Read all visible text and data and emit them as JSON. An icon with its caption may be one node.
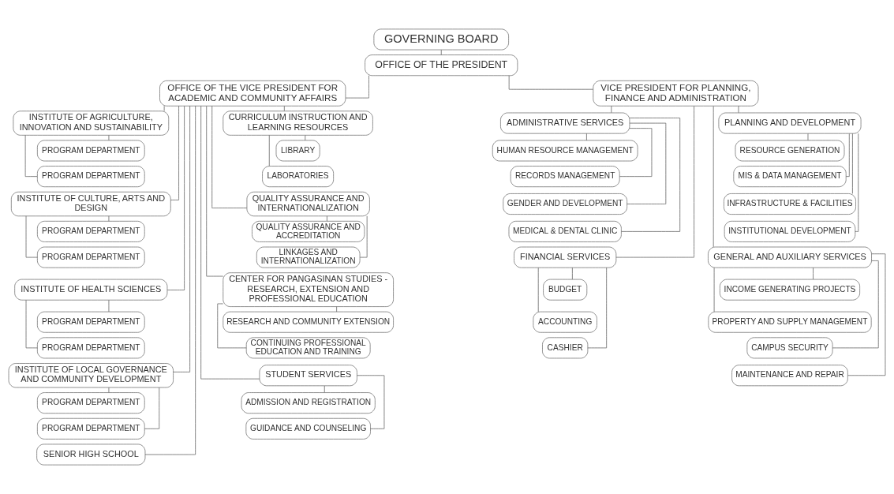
{
  "diagram": {
    "nodes": [
      {
        "text": [
          "GOVERNING BOARD"
        ]
      },
      {
        "text": [
          "OFFICE OF THE PRESIDENT"
        ]
      },
      {
        "text": [
          "OFFICE OF THE VICE PRESIDENT FOR ACADEMIC AND COMMUNITY AFFAIRS"
        ]
      },
      {
        "text": [
          "VICE PRESIDENT FOR PLANNING, FINANCE AND ADMINISTRATION"
        ]
      },
      {
        "text": [
          "INSTITUTE OF AGRICULTURE, INNOVATION AND SUSTAINABILITY"
        ]
      },
      {
        "text": [
          "PROGRAM DEPARTMENT"
        ]
      },
      {
        "text": [
          "PROGRAM DEPARTMENT"
        ]
      },
      {
        "text": [
          "INSTITUTE OF CULTURE, ARTS AND DESIGN"
        ]
      },
      {
        "text": [
          "PROGRAM DEPARTMENT"
        ]
      },
      {
        "text": [
          "PROGRAM DEPARTMENT"
        ]
      },
      {
        "text": [
          "INSTITUTE OF HEALTH SCIENCES"
        ]
      },
      {
        "text": [
          "PROGRAM DEPARTMENT"
        ]
      },
      {
        "text": [
          "PROGRAM DEPARTMENT"
        ]
      },
      {
        "text": [
          "INSTITUTE OF LOCAL GOVERNANCE AND COMMUNITY DEVELOPMENT"
        ]
      },
      {
        "text": [
          "PROGRAM DEPARTMENT"
        ]
      },
      {
        "text": [
          "PROGRAM DEPARTMENT"
        ]
      },
      {
        "text": [
          "SENIOR HIGH SCHOOL"
        ]
      },
      {
        "text": [
          "CURRICULUM INSTRUCTION AND LEARNING RESOURCES"
        ]
      },
      {
        "text": [
          "LIBRARY"
        ]
      },
      {
        "text": [
          "LABORATORIES"
        ]
      },
      {
        "text": [
          "QUALITY ASSURANCE AND INTERNATIONALIZATION"
        ]
      },
      {
        "text": [
          "QUALITY ASSURANCE AND ACCREDITATION"
        ]
      },
      {
        "text": [
          "LINKAGES AND INTERNATIONALIZATION"
        ]
      },
      {
        "text": [
          "CENTER FOR PANGASINAN STUDIES - RESEARCH, EXTENSION AND PROFESSIONAL EDUCATION"
        ]
      },
      {
        "text": [
          "RESEARCH AND COMMUNITY EXTENSION"
        ]
      },
      {
        "text": [
          "CONTINUING PROFESSIONAL EDUCATION AND TRAINING"
        ]
      },
      {
        "text": [
          "STUDENT SERVICES"
        ]
      },
      {
        "text": [
          "ADMISSION AND REGISTRATION"
        ]
      },
      {
        "text": [
          "GUIDANCE AND COUNSELING"
        ]
      },
      {
        "text": [
          "PLANNING AND DEVELOPMENT"
        ]
      },
      {
        "text": [
          "RESOURCE GENERATION"
        ]
      },
      {
        "text": [
          "MIS & DATA MANAGEMENT"
        ]
      },
      {
        "text": [
          "INFRASTRUCTURE & FACILITIES"
        ]
      },
      {
        "text": [
          "INSTITUTIONAL DEVELOPMENT"
        ]
      },
      {
        "text": [
          "ADMINISTRATIVE SERVICES"
        ]
      },
      {
        "text": [
          "HUMAN RESOURCE MANAGEMENT"
        ]
      },
      {
        "text": [
          "RECORDS MANAGEMENT"
        ]
      },
      {
        "text": [
          "GENDER AND DEVELOPMENT"
        ]
      },
      {
        "text": [
          "MEDICAL & DENTAL CLINIC"
        ]
      },
      {
        "text": [
          "GENERAL AND AUXILIARY SERVICES"
        ]
      },
      {
        "text": [
          "INCOME GENERATING PROJECTS"
        ]
      },
      {
        "text": [
          "PROPERTY AND SUPPLY MANAGEMENT"
        ]
      },
      {
        "text": [
          "CAMPUS SECURITY"
        ]
      },
      {
        "text": [
          "MAINTENANCE AND REPAIR"
        ]
      },
      {
        "text": [
          "FINANCIAL SERVICES"
        ]
      },
      {
        "text": [
          "BUDGET"
        ]
      },
      {
        "text": [
          "ACCOUNTING"
        ]
      },
      {
        "text": [
          "CASHIER"
        ]
      }
    ],
    "edges": [
      {
        "from": 0,
        "to": 1,
        "arrow": "none"
      },
      {
        "from": 1,
        "to": 2,
        "arrow": "none"
      },
      {
        "from": 1,
        "to": 3,
        "arrow": "none"
      },
      {
        "from": 2,
        "to": 4,
        "arrow": "none"
      },
      {
        "from": 4,
        "to": 5,
        "arrow": "none"
      },
      {
        "from": 4,
        "to": 6,
        "arrow": "none"
      },
      {
        "from": 2,
        "to": 7,
        "arrow": "none"
      },
      {
        "from": 7,
        "to": 8,
        "arrow": "none"
      },
      {
        "from": 7,
        "to": 9,
        "arrow": "none"
      },
      {
        "from": 2,
        "to": 10,
        "arrow": "none"
      },
      {
        "from": 10,
        "to": 11,
        "arrow": "none"
      },
      {
        "from": 10,
        "to": 12,
        "arrow": "none"
      },
      {
        "from": 2,
        "to": 13,
        "arrow": "none"
      },
      {
        "from": 13,
        "to": 14,
        "arrow": "none"
      },
      {
        "from": 13,
        "to": 15,
        "arrow": "none"
      },
      {
        "from": 2,
        "to": 16,
        "arrow": "none"
      },
      {
        "from": 2,
        "to": 17,
        "arrow": "none"
      },
      {
        "from": 17,
        "to": 18,
        "arrow": "none"
      },
      {
        "from": 17,
        "to": 19,
        "arrow": "none"
      },
      {
        "from": 2,
        "to": 20,
        "arrow": "none"
      },
      {
        "from": 20,
        "to": 21,
        "arrow": "none"
      },
      {
        "from": 20,
        "to": 22,
        "arrow": "none"
      },
      {
        "from": 2,
        "to": 23,
        "arrow": "none"
      },
      {
        "from": 23,
        "to": 24,
        "arrow": "none"
      },
      {
        "from": 23,
        "to": 25,
        "arrow": "none"
      },
      {
        "from": 2,
        "to": 26,
        "arrow": "none"
      },
      {
        "from": 26,
        "to": 27,
        "arrow": "none"
      },
      {
        "from": 26,
        "to": 28,
        "arrow": "none"
      },
      {
        "from": 3,
        "to": 29,
        "arrow": "none"
      },
      {
        "from": 29,
        "to": 30,
        "arrow": "none"
      },
      {
        "from": 29,
        "to": 31,
        "arrow": "none"
      },
      {
        "from": 29,
        "to": 32,
        "arrow": "none"
      },
      {
        "from": 29,
        "to": 33,
        "arrow": "none"
      },
      {
        "from": 3,
        "to": 34,
        "arrow": "none"
      },
      {
        "from": 34,
        "to": 35,
        "arrow": "none"
      },
      {
        "from": 34,
        "to": 36,
        "arrow": "none"
      },
      {
        "from": 34,
        "to": 37,
        "arrow": "none"
      },
      {
        "from": 34,
        "to": 38,
        "arrow": "none"
      },
      {
        "from": 3,
        "to": 39,
        "arrow": "none"
      },
      {
        "from": 39,
        "to": 40,
        "arrow": "none"
      },
      {
        "from": 39,
        "to": 41,
        "arrow": "none"
      },
      {
        "from": 39,
        "to": 42,
        "arrow": "none"
      },
      {
        "from": 39,
        "to": 43,
        "arrow": "none"
      },
      {
        "from": 3,
        "to": 44,
        "arrow": "none"
      },
      {
        "from": 44,
        "to": 45,
        "arrow": "none"
      },
      {
        "from": 44,
        "to": 46,
        "arrow": "none"
      },
      {
        "from": 44,
        "to": 47,
        "arrow": "none"
      }
    ]
  }
}
